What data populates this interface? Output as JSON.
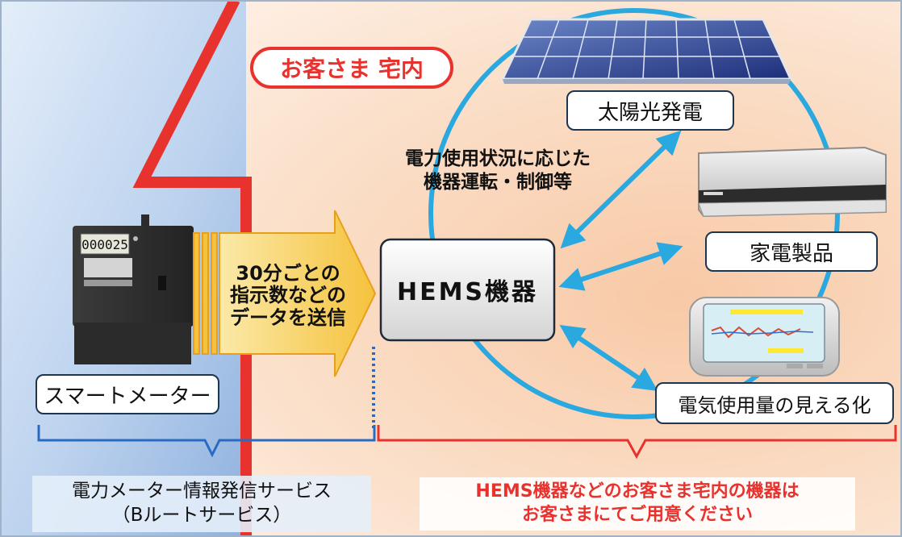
{
  "badge": {
    "home": "お客さま 宅内"
  },
  "devices": {
    "solar": "太陽光発電",
    "appliances": "家電製品",
    "visualization": "電気使用量の見える化",
    "smart_meter": "スマートメーター",
    "hems": "HEMS機器",
    "meter_display": "000025"
  },
  "captions": {
    "control": "電力使用状況に応じた\n機器運転・制御等",
    "data_send": "30分ごとの\n指示数などの\nデータを送信"
  },
  "services": {
    "left": "電力メーター情報発信サービス\n（Bルートサービス）",
    "right": "HEMS機器などのお客さま宅内の機器は\nお客さまにてご用意ください"
  },
  "colors": {
    "house_outline": "#e8322e",
    "left_zone": "#a9c3e4",
    "right_zone": "#f6c7a3",
    "arrow_cyan": "#2aa8e0",
    "bracket_blue": "#2a6bc2",
    "bracket_red": "#e8322e",
    "data_arrow": "#f5c84a"
  }
}
